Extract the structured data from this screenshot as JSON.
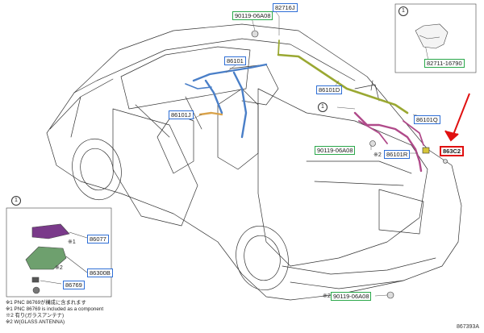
{
  "labels": {
    "p82716j": "82716J",
    "p90119_06a08_top": "90119-06A08",
    "p86101_roof": "86101",
    "p86101d": "86101D",
    "p86101j": "86101J",
    "p86101q": "86101Q",
    "p86101r": "86101R",
    "p863c2": "863C2",
    "p90119_06a08_mid": "90119-06A08",
    "p90119_06a08_bot": "90119-06A08",
    "p82711_16790": "82711-16790",
    "p86077": "86077",
    "p86300b": "86300B",
    "p86769": "86769"
  },
  "callouts": {
    "c1_detail_top": "1",
    "c1_main": "1",
    "c1_inset": "※1",
    "c2_main": "※2",
    "c2_inset": "※2",
    "c2_bottom": "※2"
  },
  "notes": [
    "※1 PNC 86769が構成に含まれます",
    "※1 PNC 86769 is included as a component",
    "※2 有り(ガラスアンテナ)",
    "※2 W(GLASS ANTENNA)"
  ],
  "figure_code": "867393A",
  "colors": {
    "label_border_blue": "#2f6fd6",
    "label_border_green": "#2aa84a",
    "highlight_red": "#e01010",
    "harness_olive": "#9aa832",
    "harness_blue": "#4a7fc8",
    "harness_purple": "#b04a8a",
    "harness_orange": "#d9a24a",
    "fin_antenna_purple": "#7a3a8a",
    "amplifier_green": "#6ea06e"
  }
}
